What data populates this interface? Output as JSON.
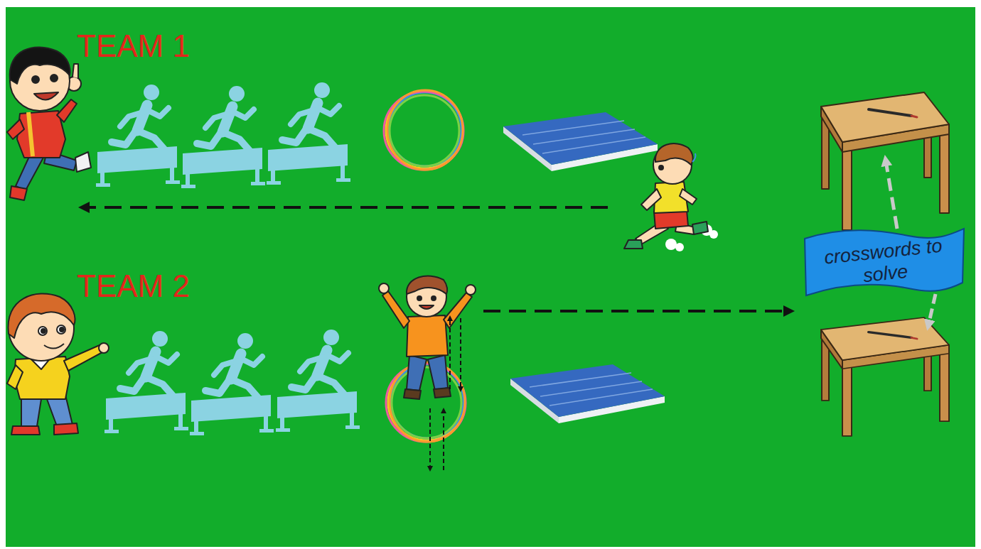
{
  "diagram": {
    "nodes": [
      {
        "text": [
          "crosswords to solve"
        ]
      }
    ],
    "labels": [
      "TEAM 1",
      "TEAM 2"
    ]
  }
}
